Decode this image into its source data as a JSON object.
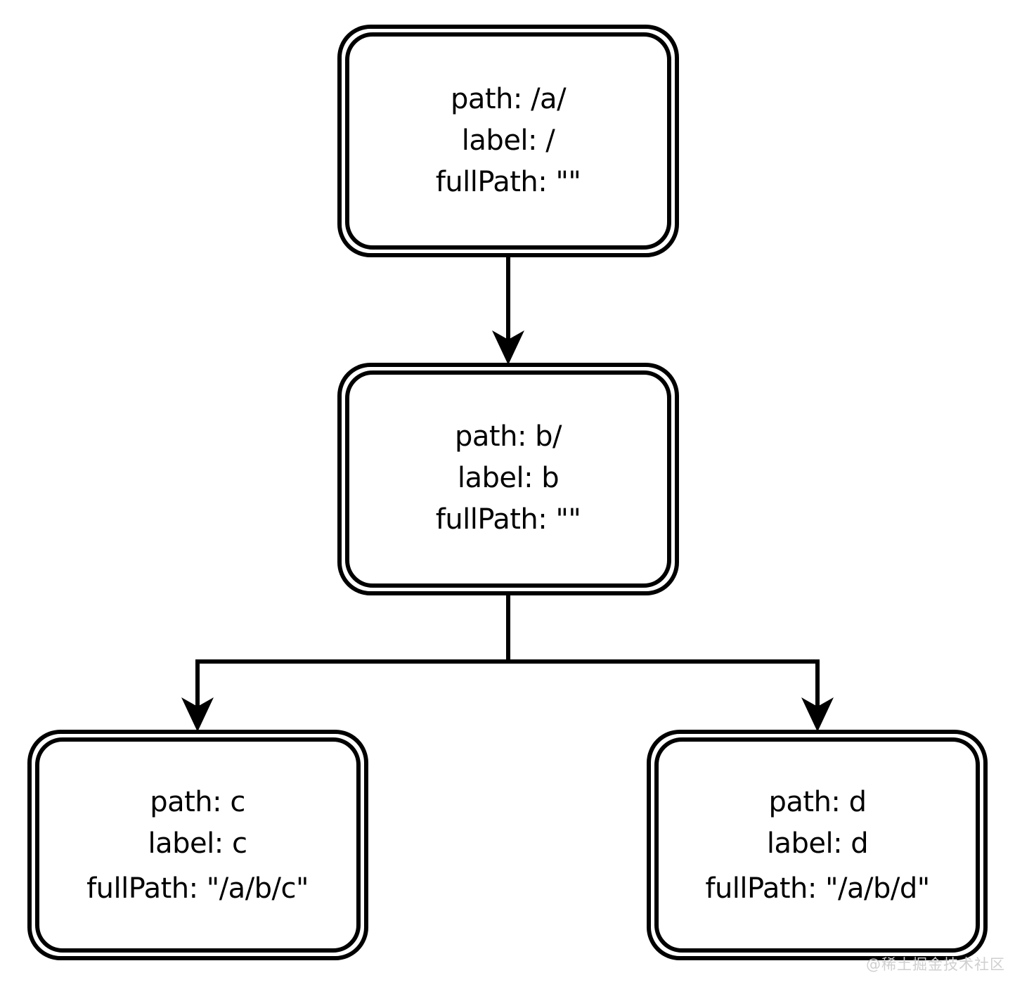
{
  "diagram": {
    "type": "flowchart",
    "direction": "top-down",
    "background_color": "#ffffff",
    "stroke_color": "#000000",
    "nodes": [
      {
        "id": "root",
        "shape": "rounded-rectangle-double-border",
        "lines": [
          "path: /a/",
          "label: /",
          "fullPath: \"\""
        ],
        "line1": "path: /a/",
        "line2": "label: /",
        "line3": "fullPath: \"\""
      },
      {
        "id": "b",
        "shape": "rounded-rectangle-double-border",
        "lines": [
          "path: b/",
          "label: b",
          "fullPath: \"\""
        ],
        "line1": "path: b/",
        "line2": "label: b",
        "line3": "fullPath: \"\""
      },
      {
        "id": "c",
        "shape": "rounded-rectangle-double-border",
        "lines": [
          "path: c",
          "label: c",
          "fullPath: \"/a/b/c\""
        ],
        "line1": "path: c",
        "line2": "label: c",
        "line3": "fullPath: \"/a/b/c\""
      },
      {
        "id": "d",
        "shape": "rounded-rectangle-double-border",
        "lines": [
          "path: d",
          "label: d",
          "fullPath: \"/a/b/d\""
        ],
        "line1": "path: d",
        "line2": "label: d",
        "line3": "fullPath: \"/a/b/d\""
      }
    ],
    "edges": [
      {
        "from": "root",
        "to": "b",
        "style": "straight-arrow"
      },
      {
        "from": "b",
        "to": "c",
        "style": "elbow-arrow"
      },
      {
        "from": "b",
        "to": "d",
        "style": "elbow-arrow"
      }
    ]
  },
  "watermark": {
    "text": "@稀土掘金技术社区",
    "color": "#cfcfcf"
  }
}
